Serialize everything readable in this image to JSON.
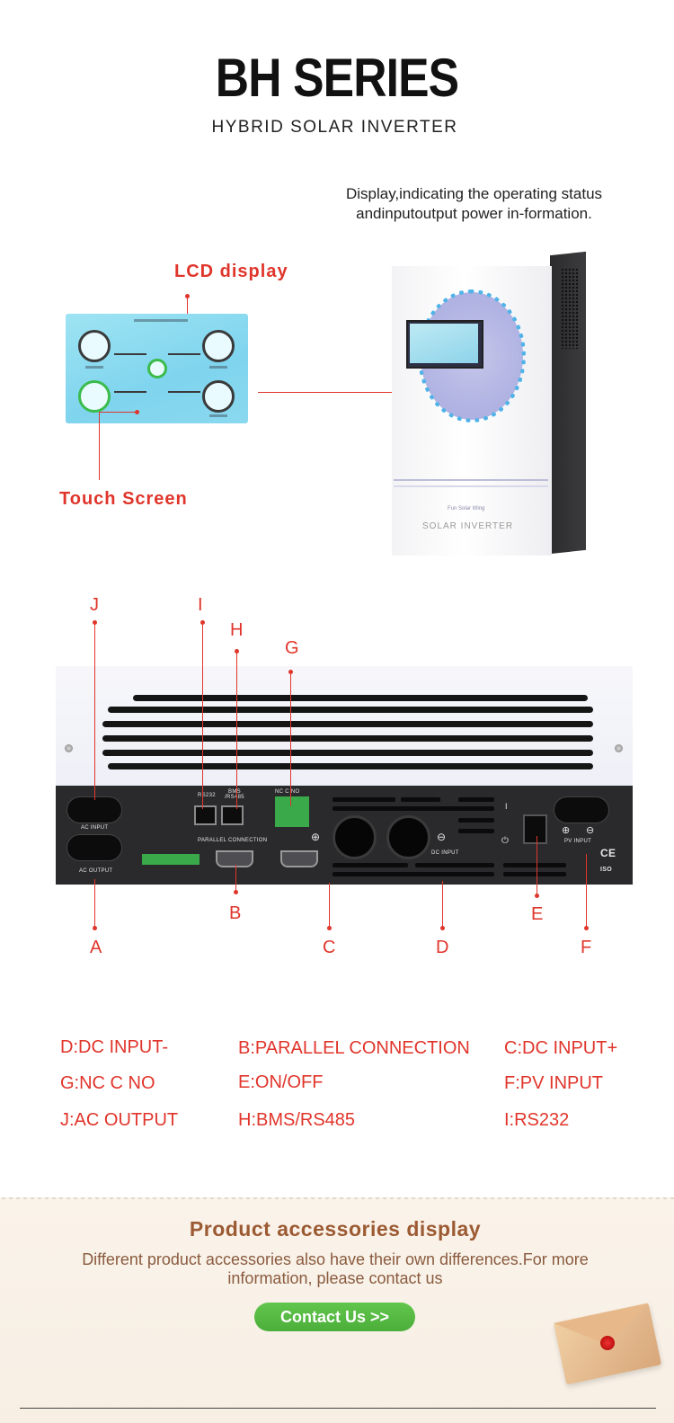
{
  "header": {
    "title": "BH SERIES",
    "subtitle": "HYBRID SOLAR INVERTER"
  },
  "display_section": {
    "note": "Display,indicating the operating status andinputoutput power in-formation.",
    "lcd_label": "LCD display",
    "touch_label": "Touch Screen"
  },
  "product": {
    "logo_text": "Fun Solar Wing",
    "panel_text": "SOLAR INVERTER"
  },
  "rear_panel": {
    "port_labels": {
      "ac_input": "AC INPUT",
      "ac_output": "AC OUTPUT",
      "rs232": "RS232",
      "bms_rs485": "BMS /RS485",
      "nc_c_no": "NC  C  NO",
      "parallel": "PARALLEL CONNECTION",
      "dc_input": "DC INPUT",
      "pv_input": "PV INPUT",
      "ce": "CE",
      "iso": "ISO"
    },
    "callouts": {
      "a": "A",
      "b": "B",
      "c": "C",
      "d": "D",
      "e": "E",
      "f": "F",
      "g": "G",
      "h": "H",
      "i": "I",
      "j": "J"
    }
  },
  "legend": {
    "col1": [
      "D:DC INPUT-",
      "G:NC C NO",
      "J:AC OUTPUT"
    ],
    "col2": [
      "B:PARALLEL CONNECTION",
      "E:ON/OFF",
      "H:BMS/RS485"
    ],
    "col3": [
      "C:DC INPUT+",
      "F:PV INPUT",
      "I:RS232"
    ]
  },
  "accessories": {
    "title": "Product accessories display",
    "text": "Different product accessories also have their own differences.For more information, please contact us",
    "button_label": "Contact Us  >>"
  },
  "colors": {
    "accent_red": "#e0352b",
    "button_green": "#4aae3a",
    "banner_brown": "#9c5a33"
  }
}
